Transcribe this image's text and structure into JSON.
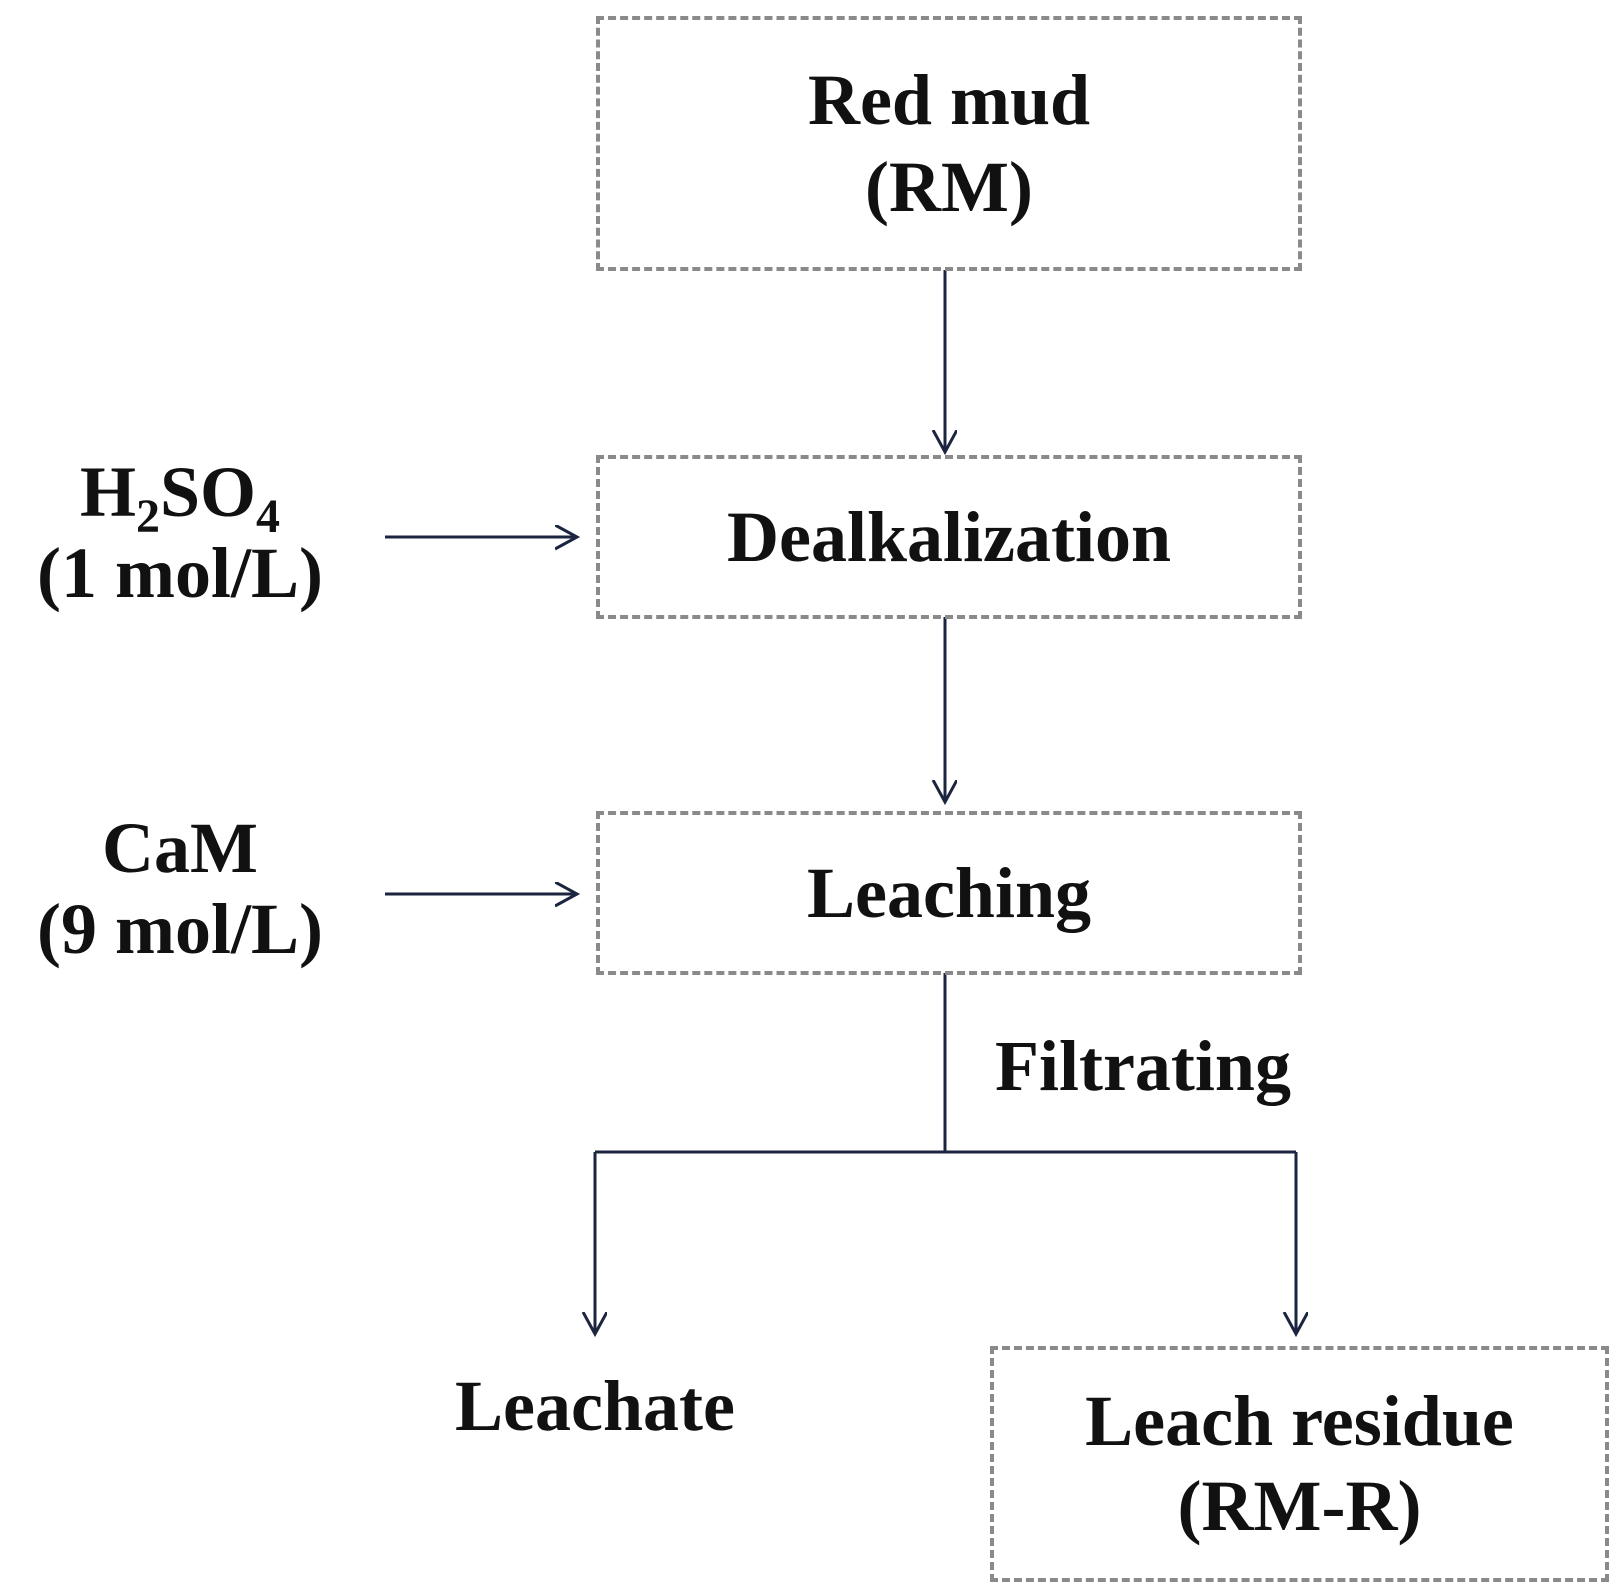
{
  "nodes": {
    "red_mud": {
      "line1": "Red mud",
      "line2": "(RM)"
    },
    "dealkalization": {
      "label": "Dealkalization"
    },
    "leaching": {
      "label": "Leaching"
    },
    "leachate": {
      "label": "Leachate"
    },
    "leach_residue": {
      "line1": "Leach residue",
      "line2": "(RM-R)"
    }
  },
  "inputs": {
    "acid": {
      "formula": {
        "h": "H",
        "h_sub": "2",
        "so": "SO",
        "o_sub": "4"
      },
      "concentration": "(1 mol/L)"
    },
    "cam": {
      "name": "CaM",
      "concentration": "(9 mol/L)"
    }
  },
  "edges": {
    "filtrating_label": "Filtrating"
  },
  "colors": {
    "box_border": "#8a8a8a",
    "arrow": "#1c2540",
    "text": "#111111"
  }
}
